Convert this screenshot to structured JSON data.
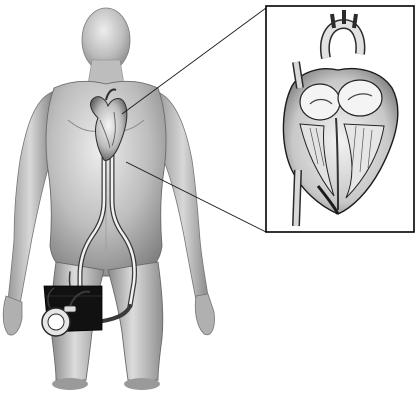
{
  "figure": {
    "subject": "human-body-with-implanted-cardiac-device",
    "parts": [
      "body-figure",
      "heart-in-chest",
      "cannula-tubes",
      "thigh-cuff",
      "external-pump",
      "callout-lines",
      "heart-cutaway-inset"
    ]
  },
  "colors": {
    "background": "#ffffff",
    "skin_light": "#e6e6e6",
    "skin_mid": "#b9b9b9",
    "skin_dark": "#7a7a7a",
    "outline": "#4a4a4a",
    "band": "#111111",
    "inset_border": "#000000",
    "tube": "#f2f2f2"
  }
}
